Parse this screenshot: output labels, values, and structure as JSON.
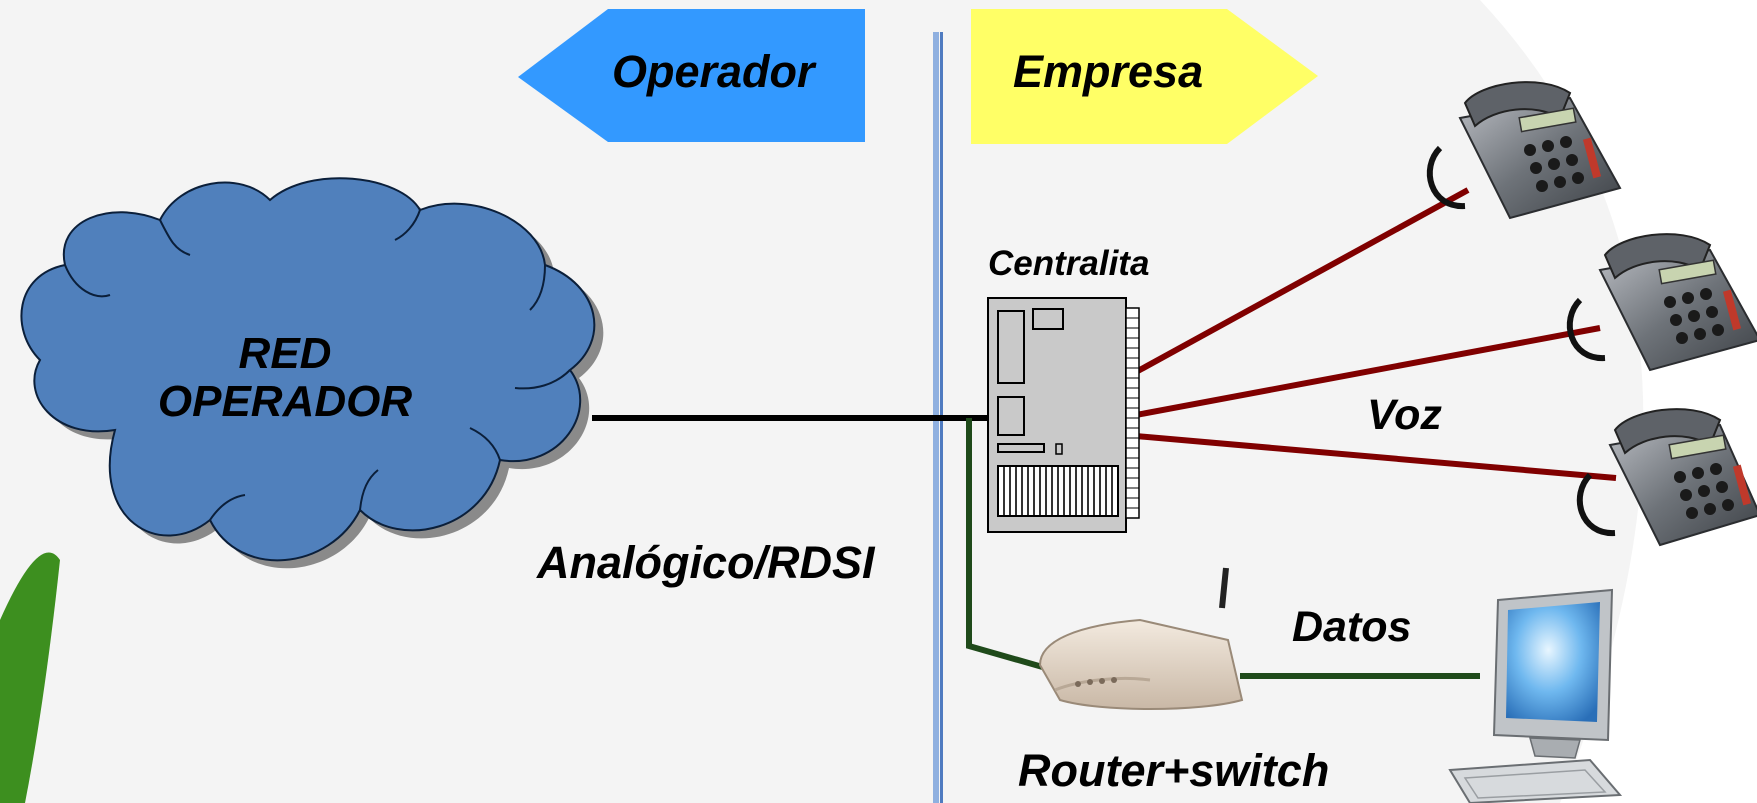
{
  "zones": {
    "operador_label": "Operador",
    "empresa_label": "Empresa"
  },
  "network": {
    "cloud_label": "RED OPERADOR",
    "line_label": "Analógico/RDSI"
  },
  "devices": {
    "pbx_label": "Centralita",
    "router_label": "Router+switch"
  },
  "links": {
    "voice_label": "Voz",
    "data_label": "Datos"
  },
  "colors": {
    "operador_arrow": "#3399ff",
    "empresa_arrow": "#ffff66",
    "cloud_fill": "#5080bc",
    "voice_line": "#800000",
    "data_line": "#1f4a1a",
    "divider": "#4f7bc0",
    "leaf": "#3d8f1f"
  }
}
